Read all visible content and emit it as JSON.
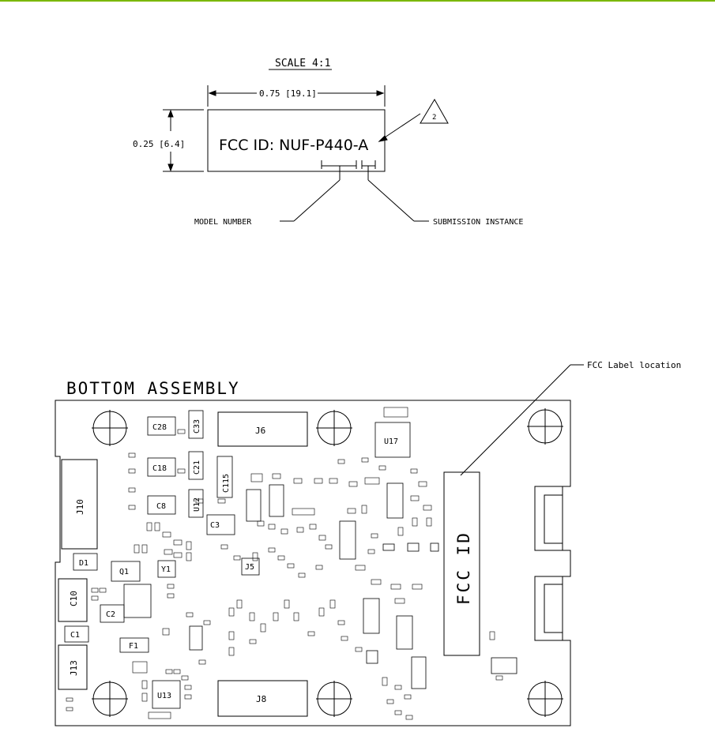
{
  "label_drawing": {
    "scale": "SCALE 4:1",
    "width_dim": "0.75 [19.1]",
    "height_dim": "0.25 [6.4]",
    "fcc_text": "FCC ID: NUF-P440-A",
    "revision_mark": "2",
    "model_number": "MODEL NUMBER",
    "submission_instance": "SUBMISSION INSTANCE"
  },
  "board": {
    "title": "BOTTOM ASSEMBLY",
    "callout": "FCC Label location",
    "fcc_box_text": "FCC ID",
    "parts": [
      "C28",
      "C33",
      "J6",
      "U17",
      "C18",
      "C21",
      "C115",
      "J10",
      "C8",
      "C10",
      "U12",
      "C3",
      "D1",
      "Q1",
      "Y1",
      "J5",
      "C2",
      "C1",
      "F1",
      "J13",
      "U13",
      "J8"
    ]
  },
  "colors": {
    "accent_line": "#7ab800",
    "ink": "#000000",
    "background": "#ffffff"
  }
}
